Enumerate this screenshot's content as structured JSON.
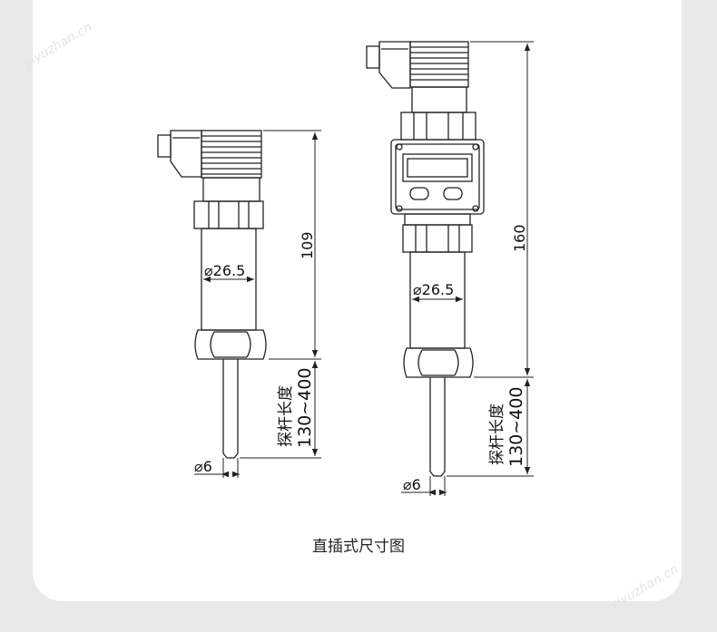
{
  "caption": "直插式尺寸图",
  "watermark": "yiyuzhan.cn",
  "colors": {
    "background": "#e9e9e9",
    "card": "#ffffff",
    "line": "#222222"
  },
  "sensor_left": {
    "diameter_label": "⌀26.5",
    "height_label": "109",
    "probe_length_title": "探杆长度",
    "probe_length_range": "130~400",
    "probe_diameter_label": "⌀6"
  },
  "sensor_right": {
    "diameter_label": "⌀26.5",
    "height_label": "160",
    "probe_length_title": "探杆长度",
    "probe_length_range": "130~400",
    "probe_diameter_label": "⌀6"
  }
}
